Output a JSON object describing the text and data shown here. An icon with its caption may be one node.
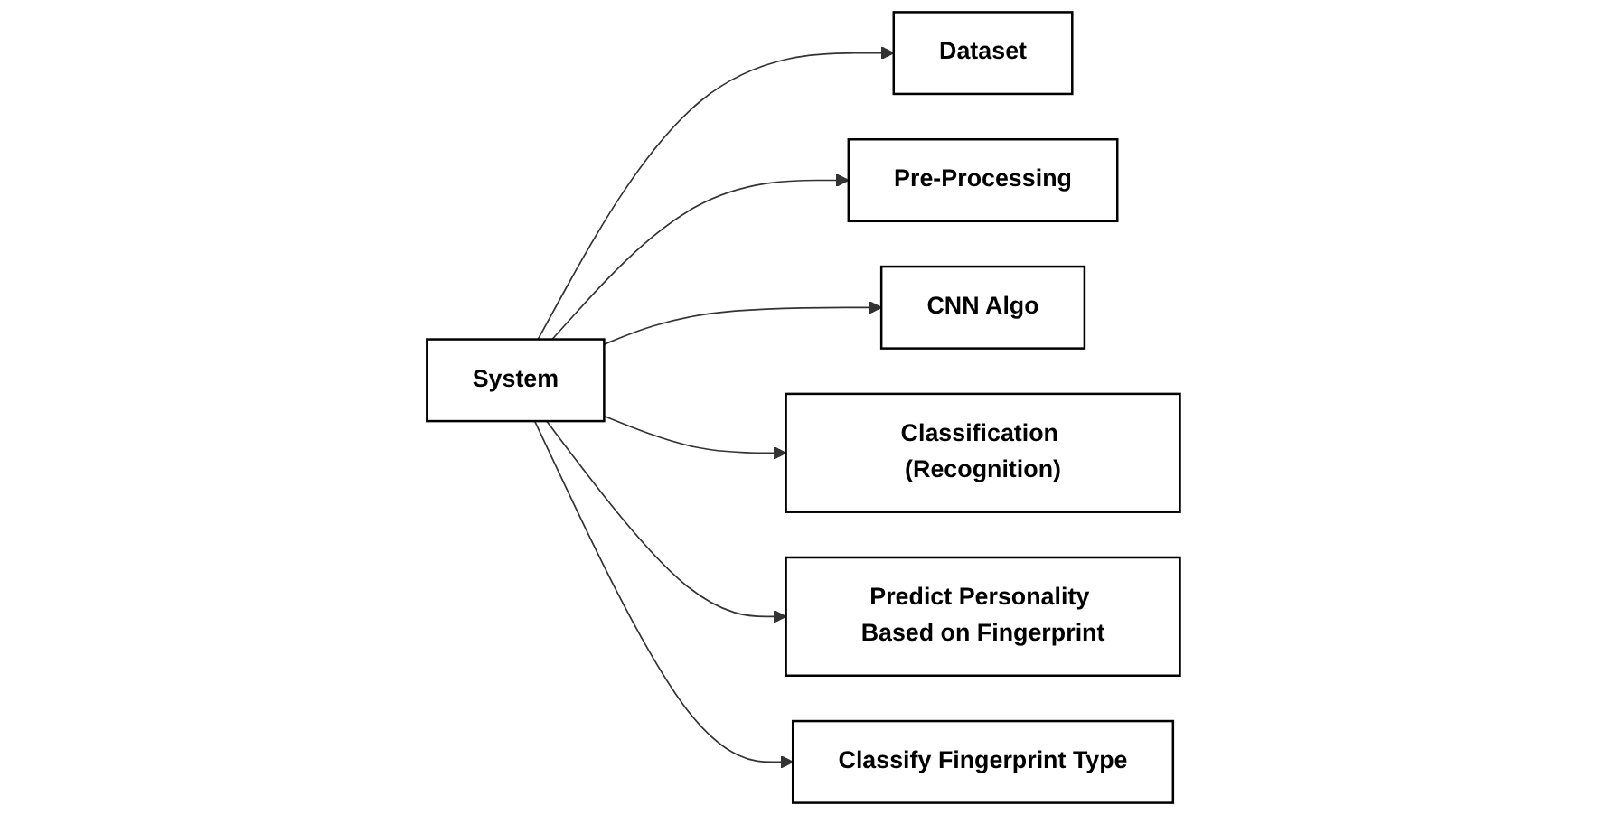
{
  "diagram": {
    "nodes": [
      {
        "text": [
          "System"
        ]
      },
      {
        "text": [
          "Dataset"
        ]
      },
      {
        "text": [
          "Pre-Processing"
        ]
      },
      {
        "text": [
          "CNN Algo"
        ]
      },
      {
        "text": [
          "Classification (Recognition)"
        ]
      },
      {
        "text": [
          "Predict Personality Based on Fingerprint"
        ]
      },
      {
        "text": [
          "Classify Fingerprint Type"
        ]
      }
    ],
    "edges": [
      {
        "from": 0,
        "to": 1,
        "arrow": "to"
      },
      {
        "from": 0,
        "to": 2,
        "arrow": "to"
      },
      {
        "from": 0,
        "to": 3,
        "arrow": "to"
      },
      {
        "from": 0,
        "to": 4,
        "arrow": "to"
      },
      {
        "from": 0,
        "to": 5,
        "arrow": "to"
      },
      {
        "from": 0,
        "to": 6,
        "arrow": "to"
      }
    ]
  }
}
